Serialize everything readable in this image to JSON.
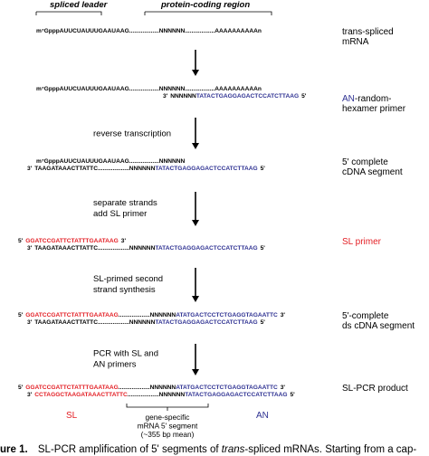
{
  "headers": {
    "spliced_leader": "spliced leader",
    "protein_coding": "protein-coding region"
  },
  "colors": {
    "red": "#e31e24",
    "blue": "#2e3192",
    "black": "#000000"
  },
  "steps": [
    {
      "line1": {
        "parts": [
          {
            "t": "m⁷GpppAUUCUAUUUGAAUAAG",
            "c": "black"
          },
          {
            "t": "..................NNNNNN",
            "c": "black"
          },
          {
            "t": "..................AAAAAAAAAAn",
            "c": "black"
          }
        ]
      },
      "label": "trans-spliced\nmRNA"
    },
    {
      "line1": {
        "parts": [
          {
            "t": "m⁷GpppAUUCUAUUUGAAUAAG",
            "c": "black"
          },
          {
            "t": "..................NNNNNN",
            "c": "black"
          },
          {
            "t": "..................AAAAAAAAAAn",
            "c": "black"
          }
        ]
      },
      "line2": {
        "parts": [
          {
            "t": "3'",
            "c": "black"
          },
          {
            "t": "NNNNNN",
            "c": "black"
          },
          {
            "t": "TATACTGAGGAGACTCCATCTTAAG",
            "c": "blue"
          },
          {
            "t": "5'",
            "c": "black"
          }
        ]
      },
      "label_parts": [
        {
          "t": "AN",
          "c": "blue"
        },
        {
          "t": "-random-\nhexamer primer",
          "c": "black"
        }
      ]
    },
    {
      "line1": {
        "parts": [
          {
            "t": "m⁷GpppAUUCUAUUUGAAUAAG",
            "c": "black"
          },
          {
            "t": "..................NNNNNN",
            "c": "black"
          }
        ]
      },
      "line2": {
        "parts": [
          {
            "t": "3'",
            "c": "black"
          },
          {
            "t": "TAAGATAAACTTATTC",
            "c": "black"
          },
          {
            "t": "...................NNNNNN",
            "c": "black"
          },
          {
            "t": "TATACTGAGGAGACTCCATCTTAAG",
            "c": "blue"
          },
          {
            "t": "5'",
            "c": "black"
          }
        ]
      },
      "label": "5' complete\ncDNA segment"
    },
    {
      "line1": {
        "parts": [
          {
            "t": "5'",
            "c": "black"
          },
          {
            "t": "GGATCCGATTCTATTTGAATAAG",
            "c": "red"
          },
          {
            "t": "3'",
            "c": "black"
          }
        ]
      },
      "line2": {
        "parts": [
          {
            "t": "3'",
            "c": "black"
          },
          {
            "t": "TAAGATAAACTTATTC",
            "c": "black"
          },
          {
            "t": "...................NNNNNN",
            "c": "black"
          },
          {
            "t": "TATACTGAGGAGACTCCATCTTAAG",
            "c": "blue"
          },
          {
            "t": "5'",
            "c": "black"
          }
        ]
      },
      "label": "SL primer"
    },
    {
      "line1": {
        "parts": [
          {
            "t": "5'",
            "c": "black"
          },
          {
            "t": "GGATCCGATTCTATTTGAATAAG",
            "c": "red"
          },
          {
            "t": "...................NNNNNN",
            "c": "black"
          },
          {
            "t": "ATATGACTCCTCTGAGGTAGAATTC",
            "c": "blue"
          },
          {
            "t": "3'",
            "c": "black"
          }
        ]
      },
      "line2": {
        "parts": [
          {
            "t": "3'",
            "c": "black"
          },
          {
            "t": "TAAGATAAACTTATTC",
            "c": "black"
          },
          {
            "t": "...................NNNNNN",
            "c": "black"
          },
          {
            "t": "TATACTGAGGAGACTCCATCTTAAG",
            "c": "blue"
          },
          {
            "t": "5'",
            "c": "black"
          }
        ]
      },
      "label": "5'-complete\nds cDNA segment"
    },
    {
      "line1": {
        "parts": [
          {
            "t": "5'",
            "c": "black"
          },
          {
            "t": "GGATCCGATTCTATTTGAATAAG",
            "c": "red"
          },
          {
            "t": "...................NNNNNN",
            "c": "black"
          },
          {
            "t": "ATATGACTCCTCTGAGGTAGAATTC",
            "c": "blue"
          },
          {
            "t": "3'",
            "c": "black"
          }
        ]
      },
      "line2": {
        "parts": [
          {
            "t": "3'",
            "c": "black"
          },
          {
            "t": "CCTAGGCTAAGATAAACTTATTC",
            "c": "red"
          },
          {
            "t": "...................NNNNNN",
            "c": "black"
          },
          {
            "t": "TATACTGAGGAGACTCCATCTTAAG",
            "c": "blue"
          },
          {
            "t": "5'",
            "c": "black"
          }
        ]
      },
      "label": "SL-PCR product"
    }
  ],
  "transitions": [
    "",
    "reverse transcription",
    "separate strands\nadd SL primer",
    "SL-primed second\nstrand synthesis",
    "PCR with SL and\nAN primers"
  ],
  "bottom": {
    "sl": "SL",
    "an": "AN",
    "segment": "gene-specific\nmRNA 5' segment\n(~355 bp mean)"
  },
  "caption": {
    "prefix": "ure 1.",
    "text_a": "SL-PCR amplification of 5' segments of ",
    "text_italic": "trans",
    "text_b": "-spliced mRNAs. Starting from a cap-"
  }
}
